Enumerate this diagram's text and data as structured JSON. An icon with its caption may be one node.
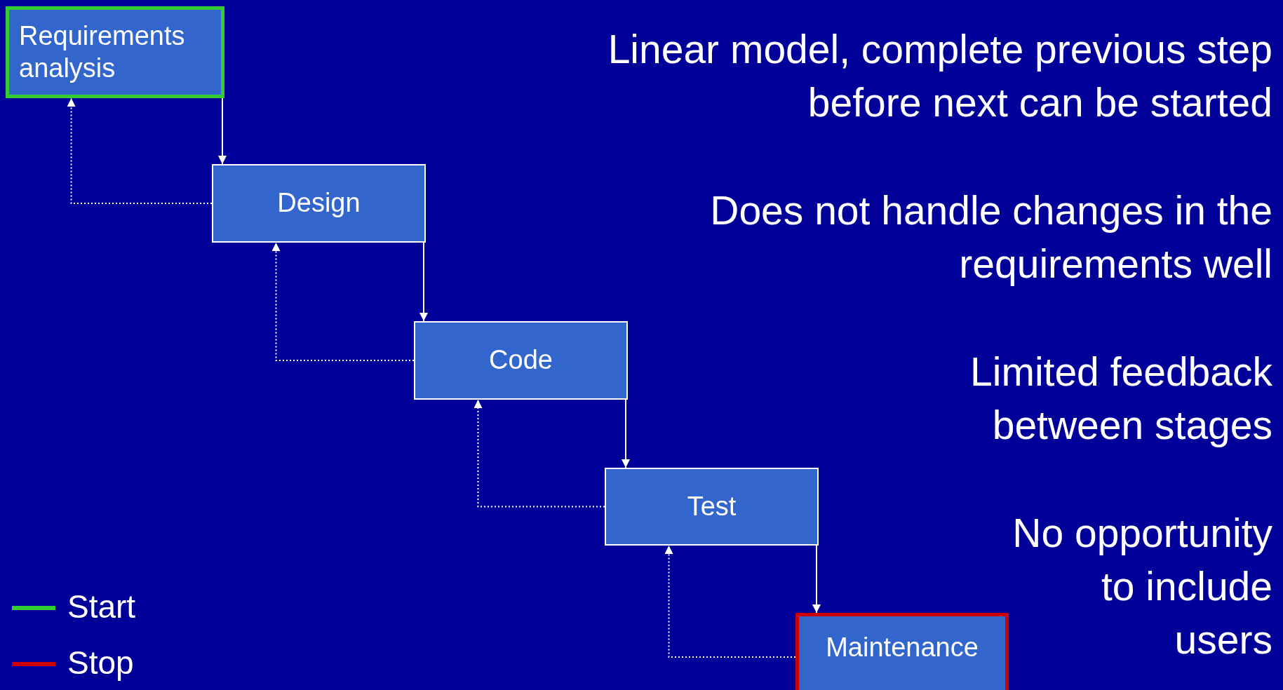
{
  "diagram": {
    "nodes": [
      {
        "text": [
          "Requirements analysis"
        ]
      },
      {
        "text": [
          "Design"
        ]
      },
      {
        "text": [
          "Code"
        ]
      },
      {
        "text": [
          "Test"
        ]
      },
      {
        "text": [
          "Maintenance"
        ]
      }
    ],
    "edges": [
      {
        "from": 0,
        "to": 1,
        "arrow": "to"
      },
      {
        "from": 1,
        "to": 2,
        "arrow": "to"
      },
      {
        "from": 2,
        "to": 3,
        "arrow": "to"
      },
      {
        "from": 3,
        "to": 4,
        "arrow": "to"
      },
      {
        "from": 1,
        "to": 0,
        "arrow": "to",
        "style": "dashed"
      },
      {
        "from": 2,
        "to": 1,
        "arrow": "to",
        "style": "dashed"
      },
      {
        "from": 3,
        "to": 2,
        "arrow": "to",
        "style": "dashed"
      },
      {
        "from": 4,
        "to": 3,
        "arrow": "to",
        "style": "dashed"
      }
    ],
    "labels": [
      "Linear model, complete previous step before next can be started",
      "Does not handle changes in the requirements well",
      "Limited feedback between stages",
      "No opportunity to include users"
    ],
    "legend": [
      {
        "text": "Start",
        "color": "#33cc33"
      },
      {
        "text": "Stop",
        "color": "#cc0000"
      }
    ]
  }
}
